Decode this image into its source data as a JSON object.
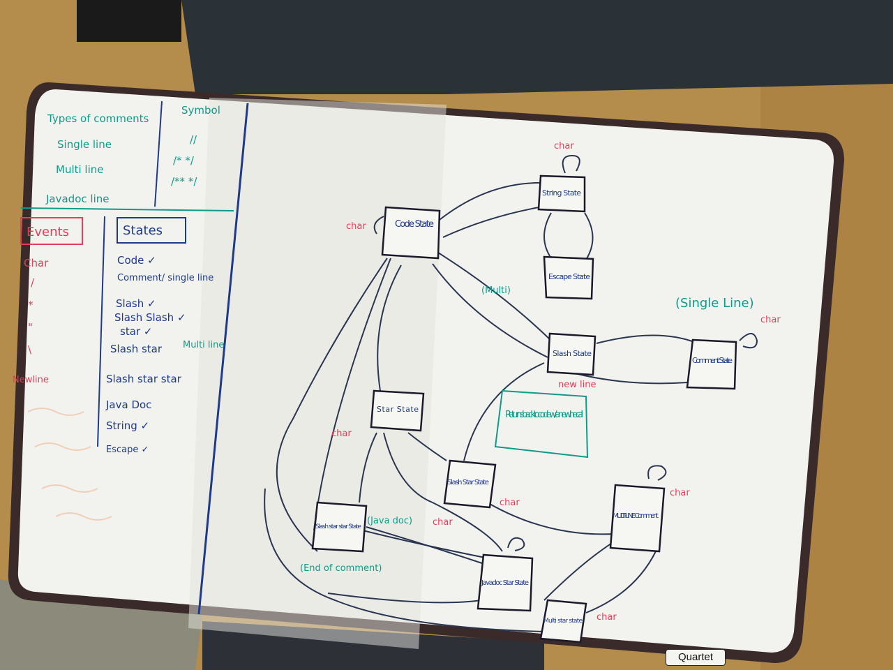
{
  "comment_types": {
    "title_types": "Types of comments",
    "title_symbol": "Symbol",
    "rows": [
      {
        "type": "Single line",
        "symbol": "//"
      },
      {
        "type": "Multi line",
        "symbol": "/* */"
      },
      {
        "type": "Javadoc line",
        "symbol": "/** */"
      }
    ]
  },
  "events": {
    "title": "Events",
    "items": [
      "Char",
      "/",
      "*",
      "\"",
      "\\",
      "Newline"
    ]
  },
  "states_list": {
    "title": "States",
    "items": [
      "Code ✓",
      "Comment/ single line",
      "Slash ✓",
      "Slash Slash ✓",
      "star ✓",
      "Slash star",
      "Multi line",
      "Slash star star",
      "Java Doc",
      "String ✓",
      "Escape ✓"
    ]
  },
  "states": {
    "code": "Code State",
    "string": "String State",
    "escape": "Escape State",
    "slash": "Slash State",
    "comment": "Comment State",
    "star": "Star State",
    "slash_star": "Slash Star State",
    "slash_star_star": "Slash star star State",
    "javadoc_star": "Javadoc Star State",
    "multiline_comment": "MULTI-LINE Comment",
    "multi_star": "Multi star state"
  },
  "annotations": {
    "single_line": "(Single Line)",
    "multi": "(Multi)",
    "javadoc": "(Java doc)",
    "end_comment": "(End of comment)",
    "note": "Returns back to code w/ a new line call",
    "new_line": "new line",
    "char": "char"
  },
  "brand": "Quartet"
}
